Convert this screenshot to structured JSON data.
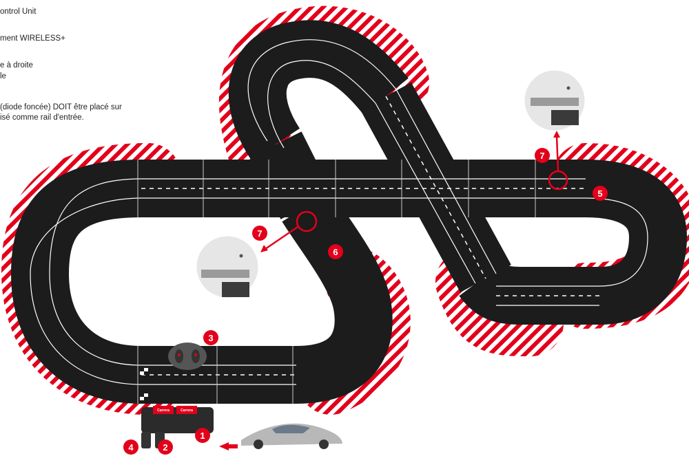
{
  "legend": {
    "line1": "ontrol Unit",
    "line2": "ment WIRELESS+",
    "line3a": "e à droite",
    "line3b": "le",
    "line4a": " (diode foncée) DOIT être placé sur",
    "line4b": "isé comme rail d'entrée."
  },
  "callouts": {
    "c1": "1",
    "c2": "2",
    "c3": "3",
    "c4": "4",
    "c5": "5",
    "c6": "6",
    "c7a": "7",
    "c7b": "7"
  },
  "brand": {
    "logo": "Carrera",
    "badge_red": "#e3001b",
    "track_color": "#1c1c1c",
    "kerb_red": "#e3001b"
  }
}
